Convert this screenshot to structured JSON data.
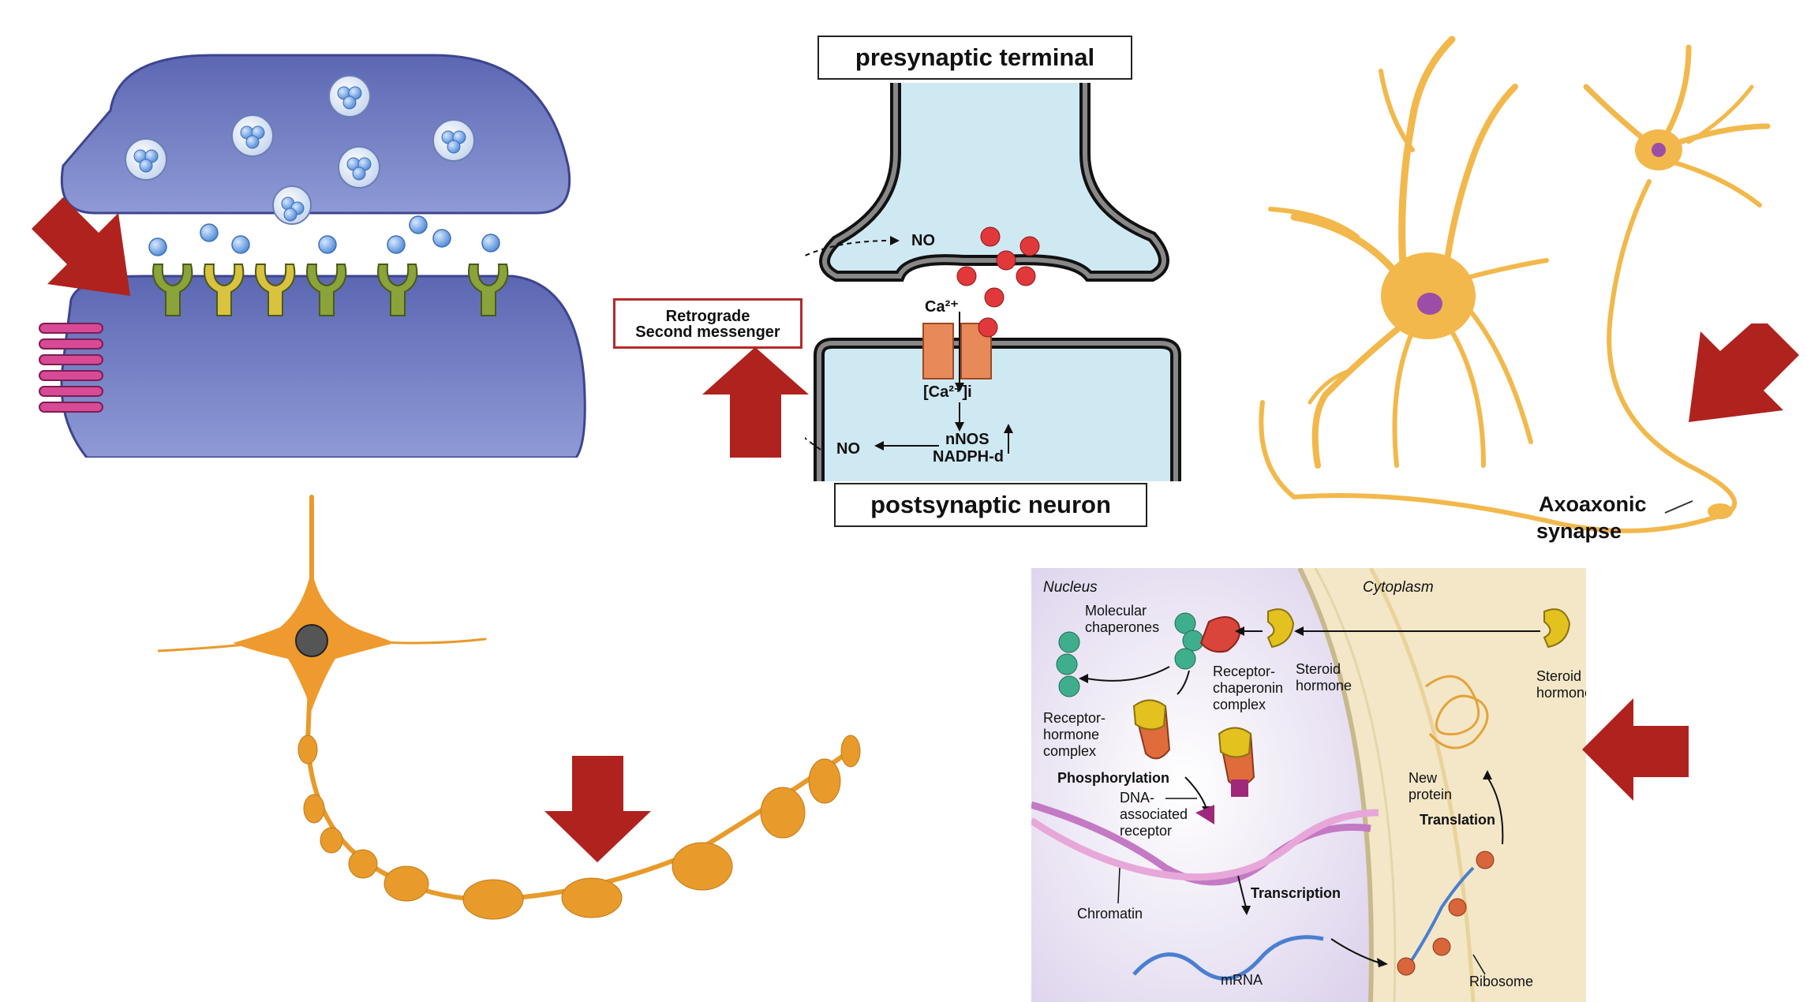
{
  "synapse": {
    "presynaptic_label": "presynaptic terminal",
    "postsynaptic_label": "postsynaptic neuron",
    "retrograde_line1": "Retrograde",
    "retrograde_line2": "Second messenger",
    "no_top": "NO",
    "no_bottom": "NO",
    "ca": "Ca²⁺",
    "ca_i": "[Ca²⁺]i",
    "nnos": "nNOS",
    "nadph": "NADPH-d"
  },
  "axoaxonic": {
    "line1": "Axoaxonic",
    "line2": "synapse"
  },
  "steroid": {
    "nucleus": "Nucleus",
    "cytoplasm": "Cytoplasm",
    "molecular_1": "Molecular",
    "molecular_2": "chaperones",
    "receptor_chap_1": "Receptor-",
    "receptor_chap_2": "chaperonin",
    "receptor_chap_3": "complex",
    "steroid_in_1": "Steroid",
    "steroid_in_2": "hormone",
    "steroid_out_1": "Steroid",
    "steroid_out_2": "hormone",
    "receptor_hormone_1": "Receptor-",
    "receptor_hormone_2": "hormone",
    "receptor_hormone_3": "complex",
    "phosphorylation": "Phosphorylation",
    "dna_1": "DNA-",
    "dna_2": "associated",
    "dna_3": "receptor",
    "chromatin": "Chromatin",
    "transcription": "Transcription",
    "mrna": "mRNA",
    "new_protein_1": "New",
    "new_protein_2": "protein",
    "translation": "Translation",
    "ribosome": "Ribosome"
  },
  "colors": {
    "arrow_red": "#b0221e",
    "membrane_purple": "#7b86c9",
    "neuron_orange": "#f2b84b",
    "varicosity_orange": "#e89a2a"
  }
}
